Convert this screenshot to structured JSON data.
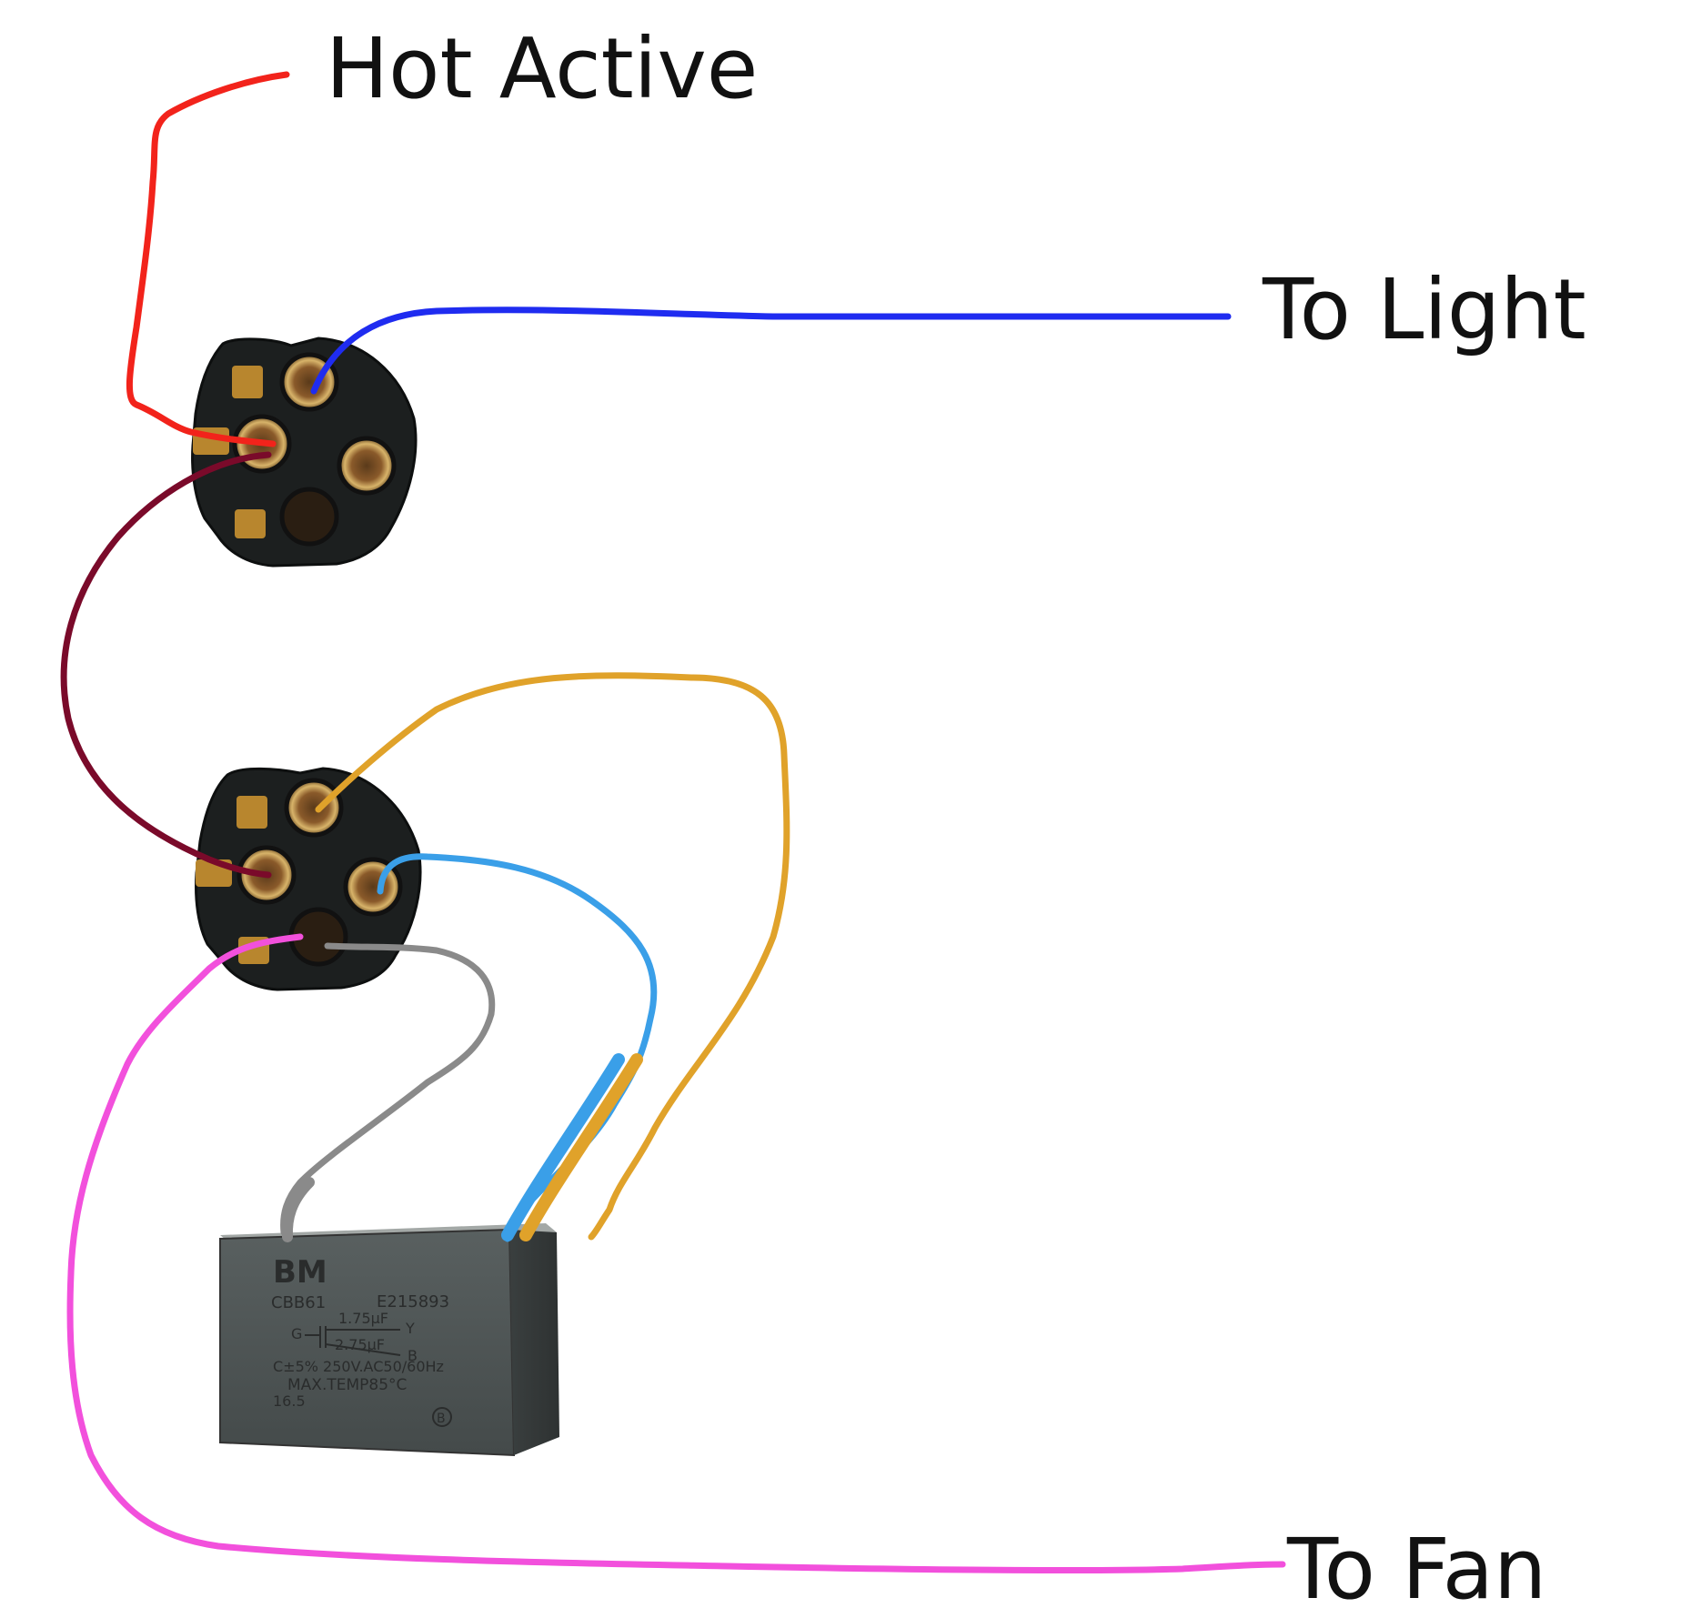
{
  "labels": {
    "hot_active": "Hot Active",
    "to_light": "To Light",
    "to_fan": "To Fan"
  },
  "capacitor": {
    "brand": "BM",
    "model": "CBB61",
    "cert": "E215893",
    "cap_y": "1.75µF",
    "cap_b": "2.75µF",
    "pin_g": "G",
    "pin_y": "Y",
    "pin_b": "B",
    "rating": "C±5% 250V.AC50/60Hz",
    "max_temp": "MAX.TEMP85°C",
    "code": "16.5",
    "mark": "B"
  },
  "colors": {
    "hot_wire": "#f2231b",
    "light_wire": "#1f2cf0",
    "jumper_wire": "#7a0a2a",
    "yellow_wire": "#e0a22a",
    "light_blue_wire": "#3a9fe8",
    "grey_wire": "#8a8a8a",
    "fan_wire": "#f250dc",
    "switch_body": "#1c1f1f",
    "capacitor_body": "#4f5555"
  }
}
